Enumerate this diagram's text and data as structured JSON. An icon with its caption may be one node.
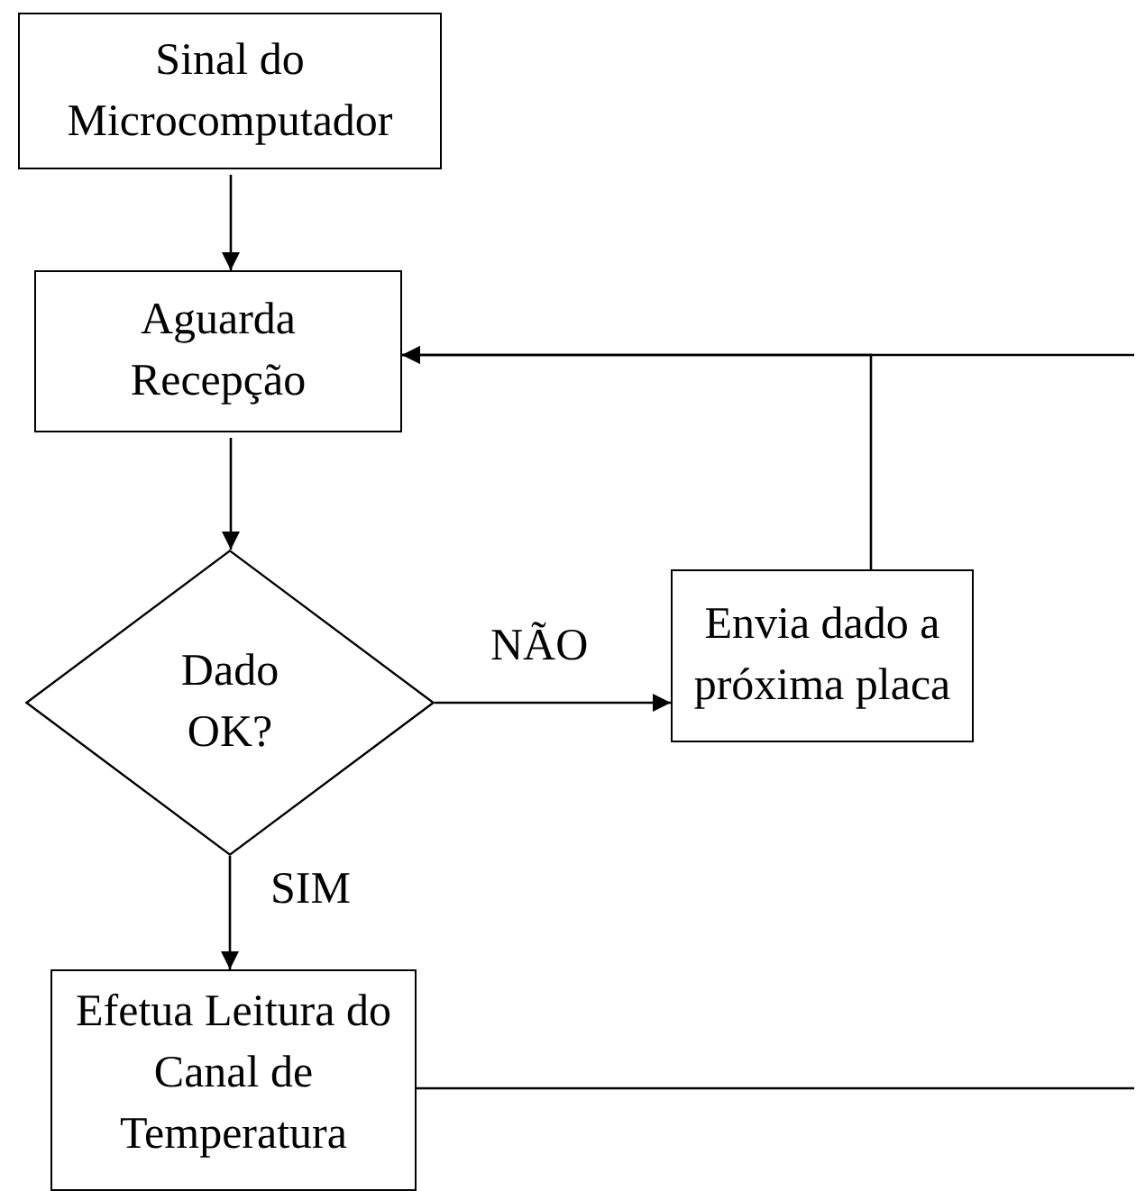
{
  "diagram": {
    "nodes": [
      {
        "text": [
          "Sinal do Microcomputador"
        ]
      },
      {
        "text": [
          "Aguarda Recepção"
        ]
      },
      {
        "text": [
          "Dado OK?"
        ]
      },
      {
        "text": [
          "Envia dado a próxima placa"
        ]
      },
      {
        "text": [
          "Efetua Leitura do Canal de Temperatura"
        ]
      }
    ],
    "edges": [
      {
        "from": 0,
        "to": 1,
        "arrow": "to"
      },
      {
        "from": 1,
        "to": 2,
        "arrow": "to"
      },
      {
        "from": 2,
        "to": 3,
        "arrow": "to",
        "label": "NÃO"
      },
      {
        "from": 2,
        "to": 4,
        "arrow": "to",
        "label": "SIM"
      },
      {
        "from": 3,
        "to": 1,
        "arrow": "to"
      },
      {
        "from": null,
        "to": 1,
        "arrow": "to"
      },
      {
        "from": 4,
        "to": null,
        "arrow": "none"
      }
    ]
  }
}
